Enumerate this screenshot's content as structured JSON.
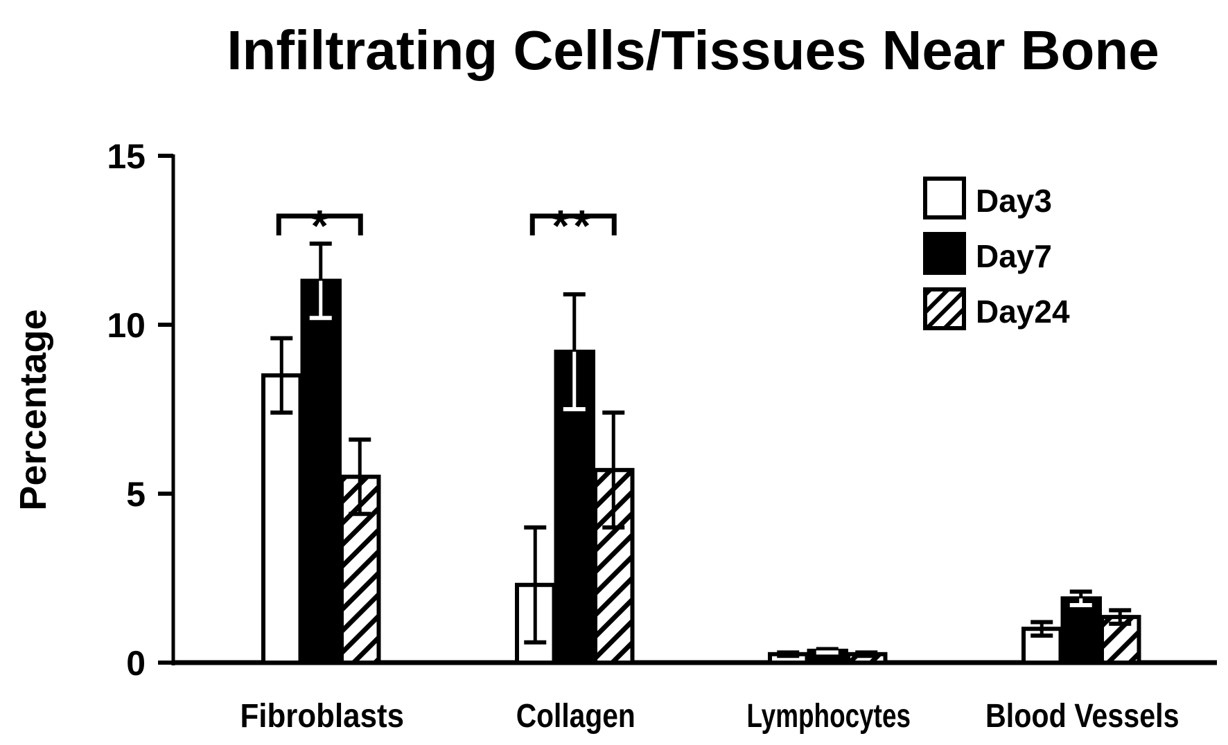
{
  "chart_data": {
    "type": "bar",
    "title": "Infiltrating Cells/Tissues Near Bone",
    "xlabel": "",
    "ylabel": "Percentage",
    "ylim": [
      0,
      15
    ],
    "yticks": [
      0,
      5,
      10,
      15
    ],
    "grid": false,
    "legend_position": "upper right",
    "categories": [
      "Fibroblasts",
      "Collagen",
      "Lymphocytes",
      "Blood Vessels"
    ],
    "series": [
      {
        "name": "Day3",
        "fill": "white",
        "values": [
          8.5,
          2.3,
          0.25,
          1.0
        ],
        "errors": [
          1.1,
          1.7,
          0.05,
          0.2
        ]
      },
      {
        "name": "Day7",
        "fill": "black",
        "values": [
          11.3,
          9.2,
          0.35,
          1.9
        ],
        "errors": [
          1.1,
          1.7,
          0.05,
          0.2
        ]
      },
      {
        "name": "Day24",
        "fill": "hatched",
        "values": [
          5.5,
          5.7,
          0.25,
          1.35
        ],
        "errors": [
          1.1,
          1.7,
          0.05,
          0.2
        ]
      }
    ],
    "annotations": [
      {
        "category": "Fibroblasts",
        "from_series": "Day3",
        "to_series": "Day24",
        "label": "*"
      },
      {
        "category": "Collagen",
        "from_series": "Day3",
        "to_series": "Day24",
        "label": "**"
      }
    ]
  },
  "colors": {
    "ink": "#000000",
    "background": "#ffffff"
  }
}
